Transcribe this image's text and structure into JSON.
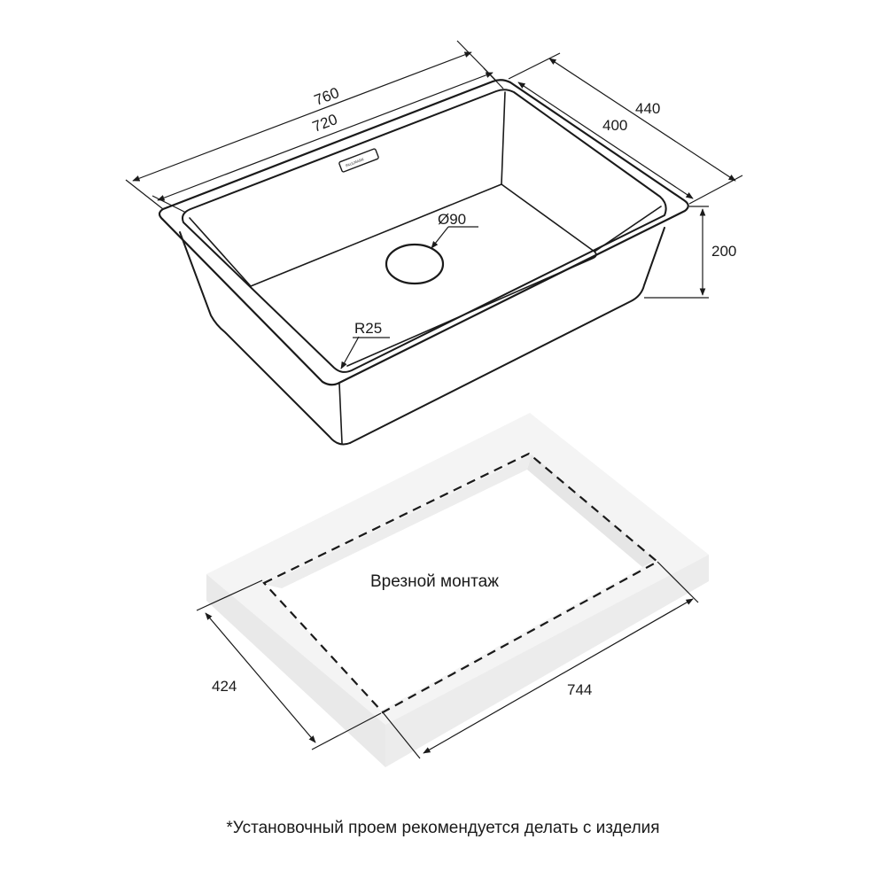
{
  "diagram": {
    "dimensions": {
      "outer_length": "760",
      "inner_length": "720",
      "outer_width": "440",
      "inner_width": "400",
      "depth": "200",
      "drain_diameter": "Ø90",
      "corner_radius": "R25",
      "cutout_length": "744",
      "cutout_width": "424"
    },
    "logo": "PAULMARK",
    "mount_label": "Врезной монтаж",
    "footnote": "*Установочный проем рекомендуется делать с изделия"
  }
}
